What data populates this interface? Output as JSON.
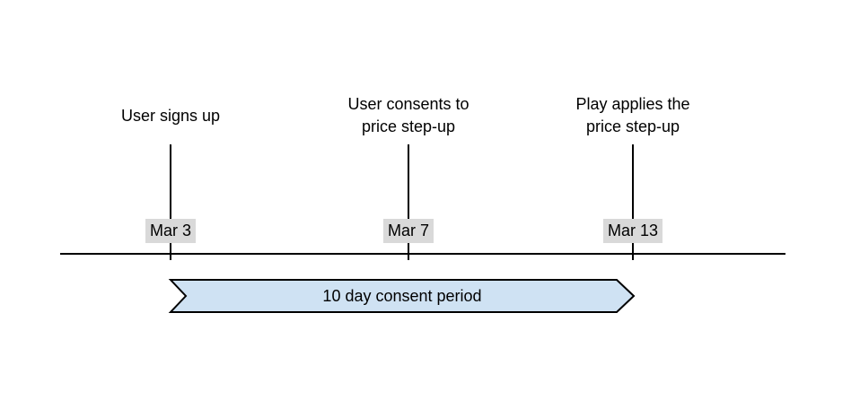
{
  "diagram": {
    "type": "timeline",
    "events": [
      {
        "label": "User signs up",
        "date": "Mar 3"
      },
      {
        "label": "User consents to\nprice step-up",
        "date": "Mar 7"
      },
      {
        "label": "Play applies the\nprice step-up",
        "date": "Mar 13"
      }
    ],
    "period_banner": {
      "label": "10 day consent period"
    },
    "colors": {
      "banner_fill": "#cfe2f3",
      "banner_border": "#000000",
      "date_badge_bg": "#d9d9d9",
      "line": "#000000",
      "text": "#000000"
    }
  }
}
